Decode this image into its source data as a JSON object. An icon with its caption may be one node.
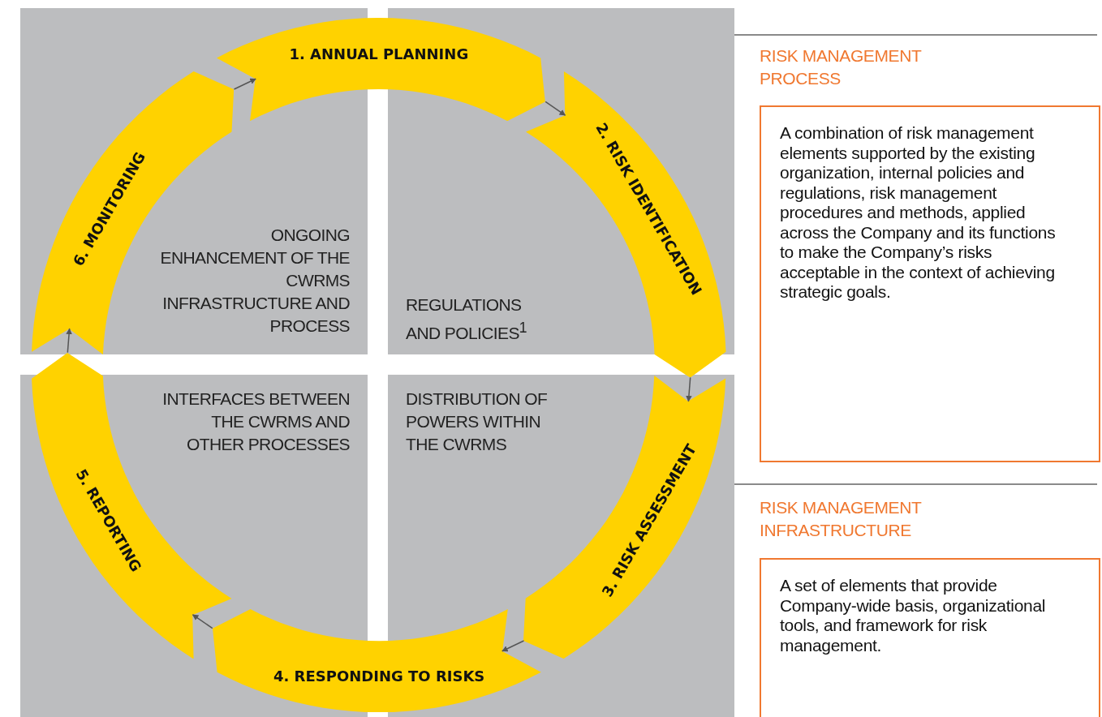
{
  "diagram": {
    "nodes": [
      {
        "text": [
          "1. ANNUAL PLANNING"
        ]
      },
      {
        "text": [
          "2. RISK IDENTIFICATION"
        ]
      },
      {
        "text": [
          "3. RISK ASSESSMENT"
        ]
      },
      {
        "text": [
          "4. RESPONDING TO RISKS"
        ]
      },
      {
        "text": [
          "5. REPORTING"
        ]
      },
      {
        "text": [
          "6. MONITORING"
        ]
      },
      {
        "text": [
          "RISK MANAGEMENT PROCESS",
          "A combination of risk management elements supported by the existing organization, internal policies and regulations, risk management procedures and methods, applied across the Company and its functions to make the Company’s risks acceptable in the context of achieving strategic goals."
        ]
      },
      {
        "text": [
          "RISK MANAGEMENT INFRASTRUCTURE",
          "A set of elements that provide Company-wide basis, organizational tools, and framework for risk management."
        ]
      }
    ],
    "edges": [
      {
        "from": 0,
        "to": 1,
        "arrow": "to"
      },
      {
        "from": 1,
        "to": 2,
        "arrow": "to"
      },
      {
        "from": 2,
        "to": 3,
        "arrow": "to"
      },
      {
        "from": 3,
        "to": 4,
        "arrow": "to"
      },
      {
        "from": 4,
        "to": 5,
        "arrow": "to"
      },
      {
        "from": 5,
        "to": 0,
        "arrow": "to"
      }
    ],
    "labels": [
      "ONGOING ENHANCEMENT OF THE CWRMS INFRASTRUCTURE AND PROCESS",
      "REGULATIONS AND POLICIES$^{1}$",
      "INTERFACES BETWEEN THE CWRMS AND OTHER PROCESSES",
      "DISTRIBUTION OF POWERS WITHIN THE CWRMS"
    ]
  }
}
